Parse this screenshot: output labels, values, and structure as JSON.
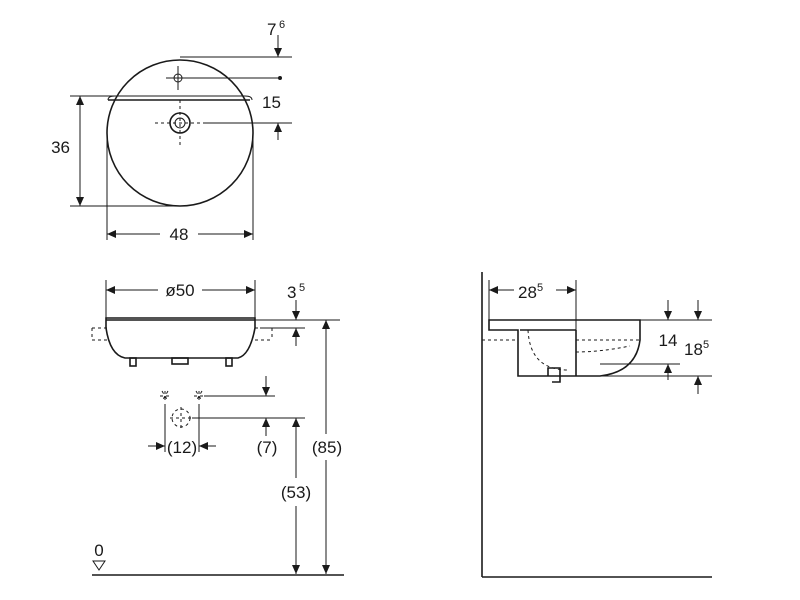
{
  "top_view": {
    "dim_offset": {
      "base": "7",
      "sup": "6"
    },
    "dim_hole": "15",
    "dim_depth": "36",
    "dim_width": "48"
  },
  "front_view": {
    "dim_diameter": "ø50",
    "dim_rim": {
      "base": "3",
      "sup": "5"
    },
    "dim_valve_spacing": "(12)",
    "dim_valve_height": "(7)",
    "dim_waste_height": "(53)",
    "dim_rim_height": "(85)",
    "floor_level": "0"
  },
  "side_view": {
    "dim_projection": {
      "base": "28",
      "sup": "5"
    },
    "dim_bowl_depth": "14",
    "dim_total_depth": {
      "base": "18",
      "sup": "5"
    }
  }
}
